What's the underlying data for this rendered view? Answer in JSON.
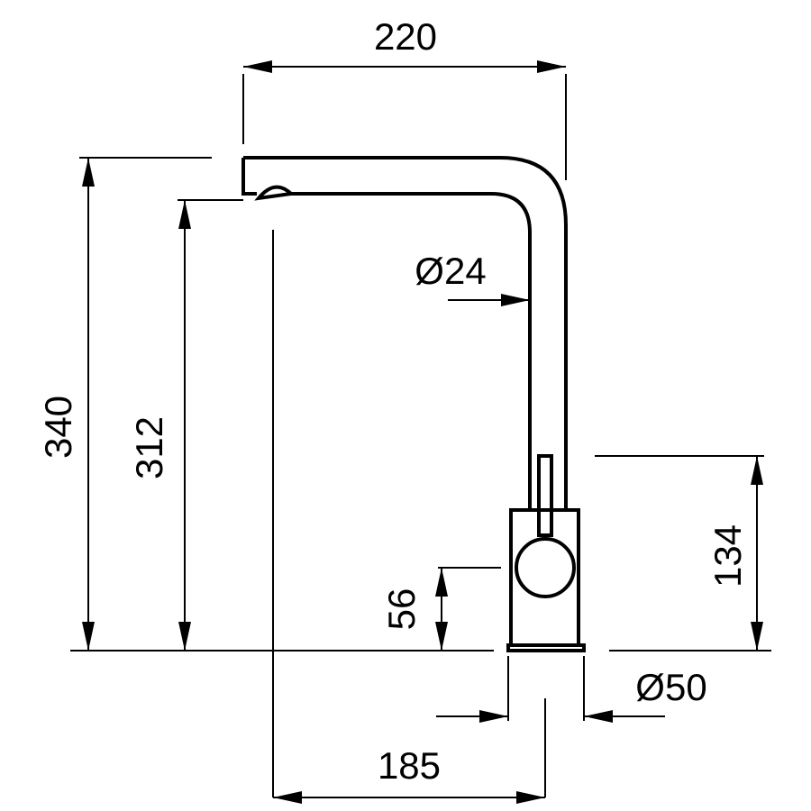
{
  "dimensions": {
    "width_top": "220",
    "height_total": "340",
    "height_spout": "312",
    "pipe_diameter": "Ø24",
    "lever_height": "56",
    "body_height": "134",
    "base_diameter": "Ø50",
    "reach": "185"
  },
  "colors": {
    "line": "#000000",
    "background": "#ffffff"
  }
}
